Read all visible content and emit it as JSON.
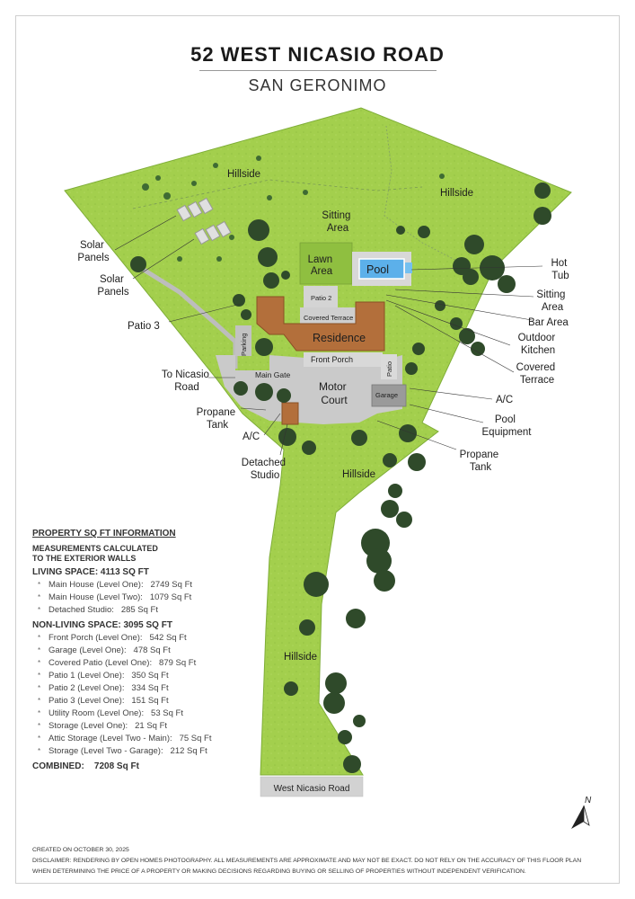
{
  "header": {
    "title": "52 WEST NICASIO ROAD",
    "subtitle": "SAN GERONIMO"
  },
  "map_labels": {
    "hillside_nw": "Hillside",
    "hillside_ne": "Hillside",
    "hillside_center": "Hillside",
    "hillside_south": "Hillside",
    "solar_panels_1": [
      "Solar",
      "Panels"
    ],
    "solar_panels_2": [
      "Solar",
      "Panels"
    ],
    "patio_3": "Patio 3",
    "to_nicasio_road": [
      "To Nicasio",
      "Road"
    ],
    "propane_tank_west": [
      "Propane",
      "Tank"
    ],
    "ac_west": "A/C",
    "detached_studio": [
      "Detached",
      "Studio"
    ],
    "sitting_area_north": [
      "Sitting",
      "Area"
    ],
    "lawn_area": [
      "Lawn",
      "Area"
    ],
    "pool": "Pool",
    "hot_tub": [
      "Hot",
      "Tub"
    ],
    "sitting_area_east": [
      "Sitting",
      "Area"
    ],
    "bar_area": "Bar Area",
    "outdoor_kitchen": [
      "Outdoor",
      "Kitchen"
    ],
    "covered_terrace_east": [
      "Covered",
      "Terrace"
    ],
    "ac_east": "A/C",
    "pool_equipment": [
      "Pool",
      "Equipment"
    ],
    "propane_tank_east": [
      "Propane",
      "Tank"
    ],
    "patio_2": "Patio 2",
    "covered_terrace_inner": "Covered Terrace",
    "residence": "Residence",
    "front_porch": "Front Porch",
    "parking": "Parking",
    "main_gate": "Main Gate",
    "motor_court": [
      "Motor",
      "Court"
    ],
    "patio_side": "Patio",
    "garage": "Garage",
    "west_nicasio_road": "West Nicasio Road",
    "north_arrow": "N"
  },
  "property_info": {
    "heading": "PROPERTY SQ FT INFORMATION",
    "note_line1": "MEASUREMENTS CALCULATED",
    "note_line2": "TO THE EXTERIOR WALLS",
    "living_heading": "LIVING SPACE: 4113 SQ FT",
    "living_items": [
      {
        "name": "Main House (Level One):",
        "value": "2749 Sq Ft"
      },
      {
        "name": "Main House (Level Two):",
        "value": "1079 Sq Ft"
      },
      {
        "name": "Detached Studio:",
        "value": "285 Sq Ft"
      }
    ],
    "nonliving_heading": "NON-LIVING SPACE: 3095 SQ FT",
    "nonliving_items": [
      {
        "name": "Front Porch (Level One):",
        "value": "542 Sq Ft"
      },
      {
        "name": "Garage (Level One):",
        "value": "478 Sq Ft"
      },
      {
        "name": "Covered Patio (Level One):",
        "value": "879 Sq Ft"
      },
      {
        "name": "Patio 1 (Level One):",
        "value": "350 Sq Ft"
      },
      {
        "name": "Patio 2 (Level One):",
        "value": "334 Sq Ft"
      },
      {
        "name": "Patio 3 (Level One):",
        "value": "151 Sq Ft"
      },
      {
        "name": "Utility Room (Level One):",
        "value": "53 Sq Ft"
      },
      {
        "name": "Storage (Level One):",
        "value": "21 Sq Ft"
      },
      {
        "name": "Attic Storage (Level Two - Main):",
        "value": "75 Sq Ft"
      },
      {
        "name": "Storage (Level Two - Garage):",
        "value": "212 Sq Ft"
      }
    ],
    "combined_label": "COMBINED:",
    "combined_value": "7208  Sq Ft"
  },
  "footer": {
    "created": "CREATED ON OCTOBER 30, 2025",
    "disclaimer_line1": "DISCLAIMER: RENDERING BY OPEN HOMES PHOTOGRAPHY. ALL MEASUREMENTS ARE APPROXIMATE AND MAY NOT BE EXACT. DO NOT RELY ON THE ACCURACY OF THIS FLOOR PLAN",
    "disclaimer_line2": "WHEN DETERMINING THE PRICE OF A PROPERTY OR MAKING DECISIONS REGARDING BUYING OR SELLING OF PROPERTIES WITHOUT INDEPENDENT VERIFICATION."
  },
  "colors": {
    "lawn": "#9fcc4a",
    "lawn_dark": "#8dbd3c",
    "tree": "#2f4f2a",
    "roof": "#b5723f",
    "pavement": "#c9c9c9",
    "pool": "#5aa9e6",
    "road": "#d4d4d4"
  }
}
